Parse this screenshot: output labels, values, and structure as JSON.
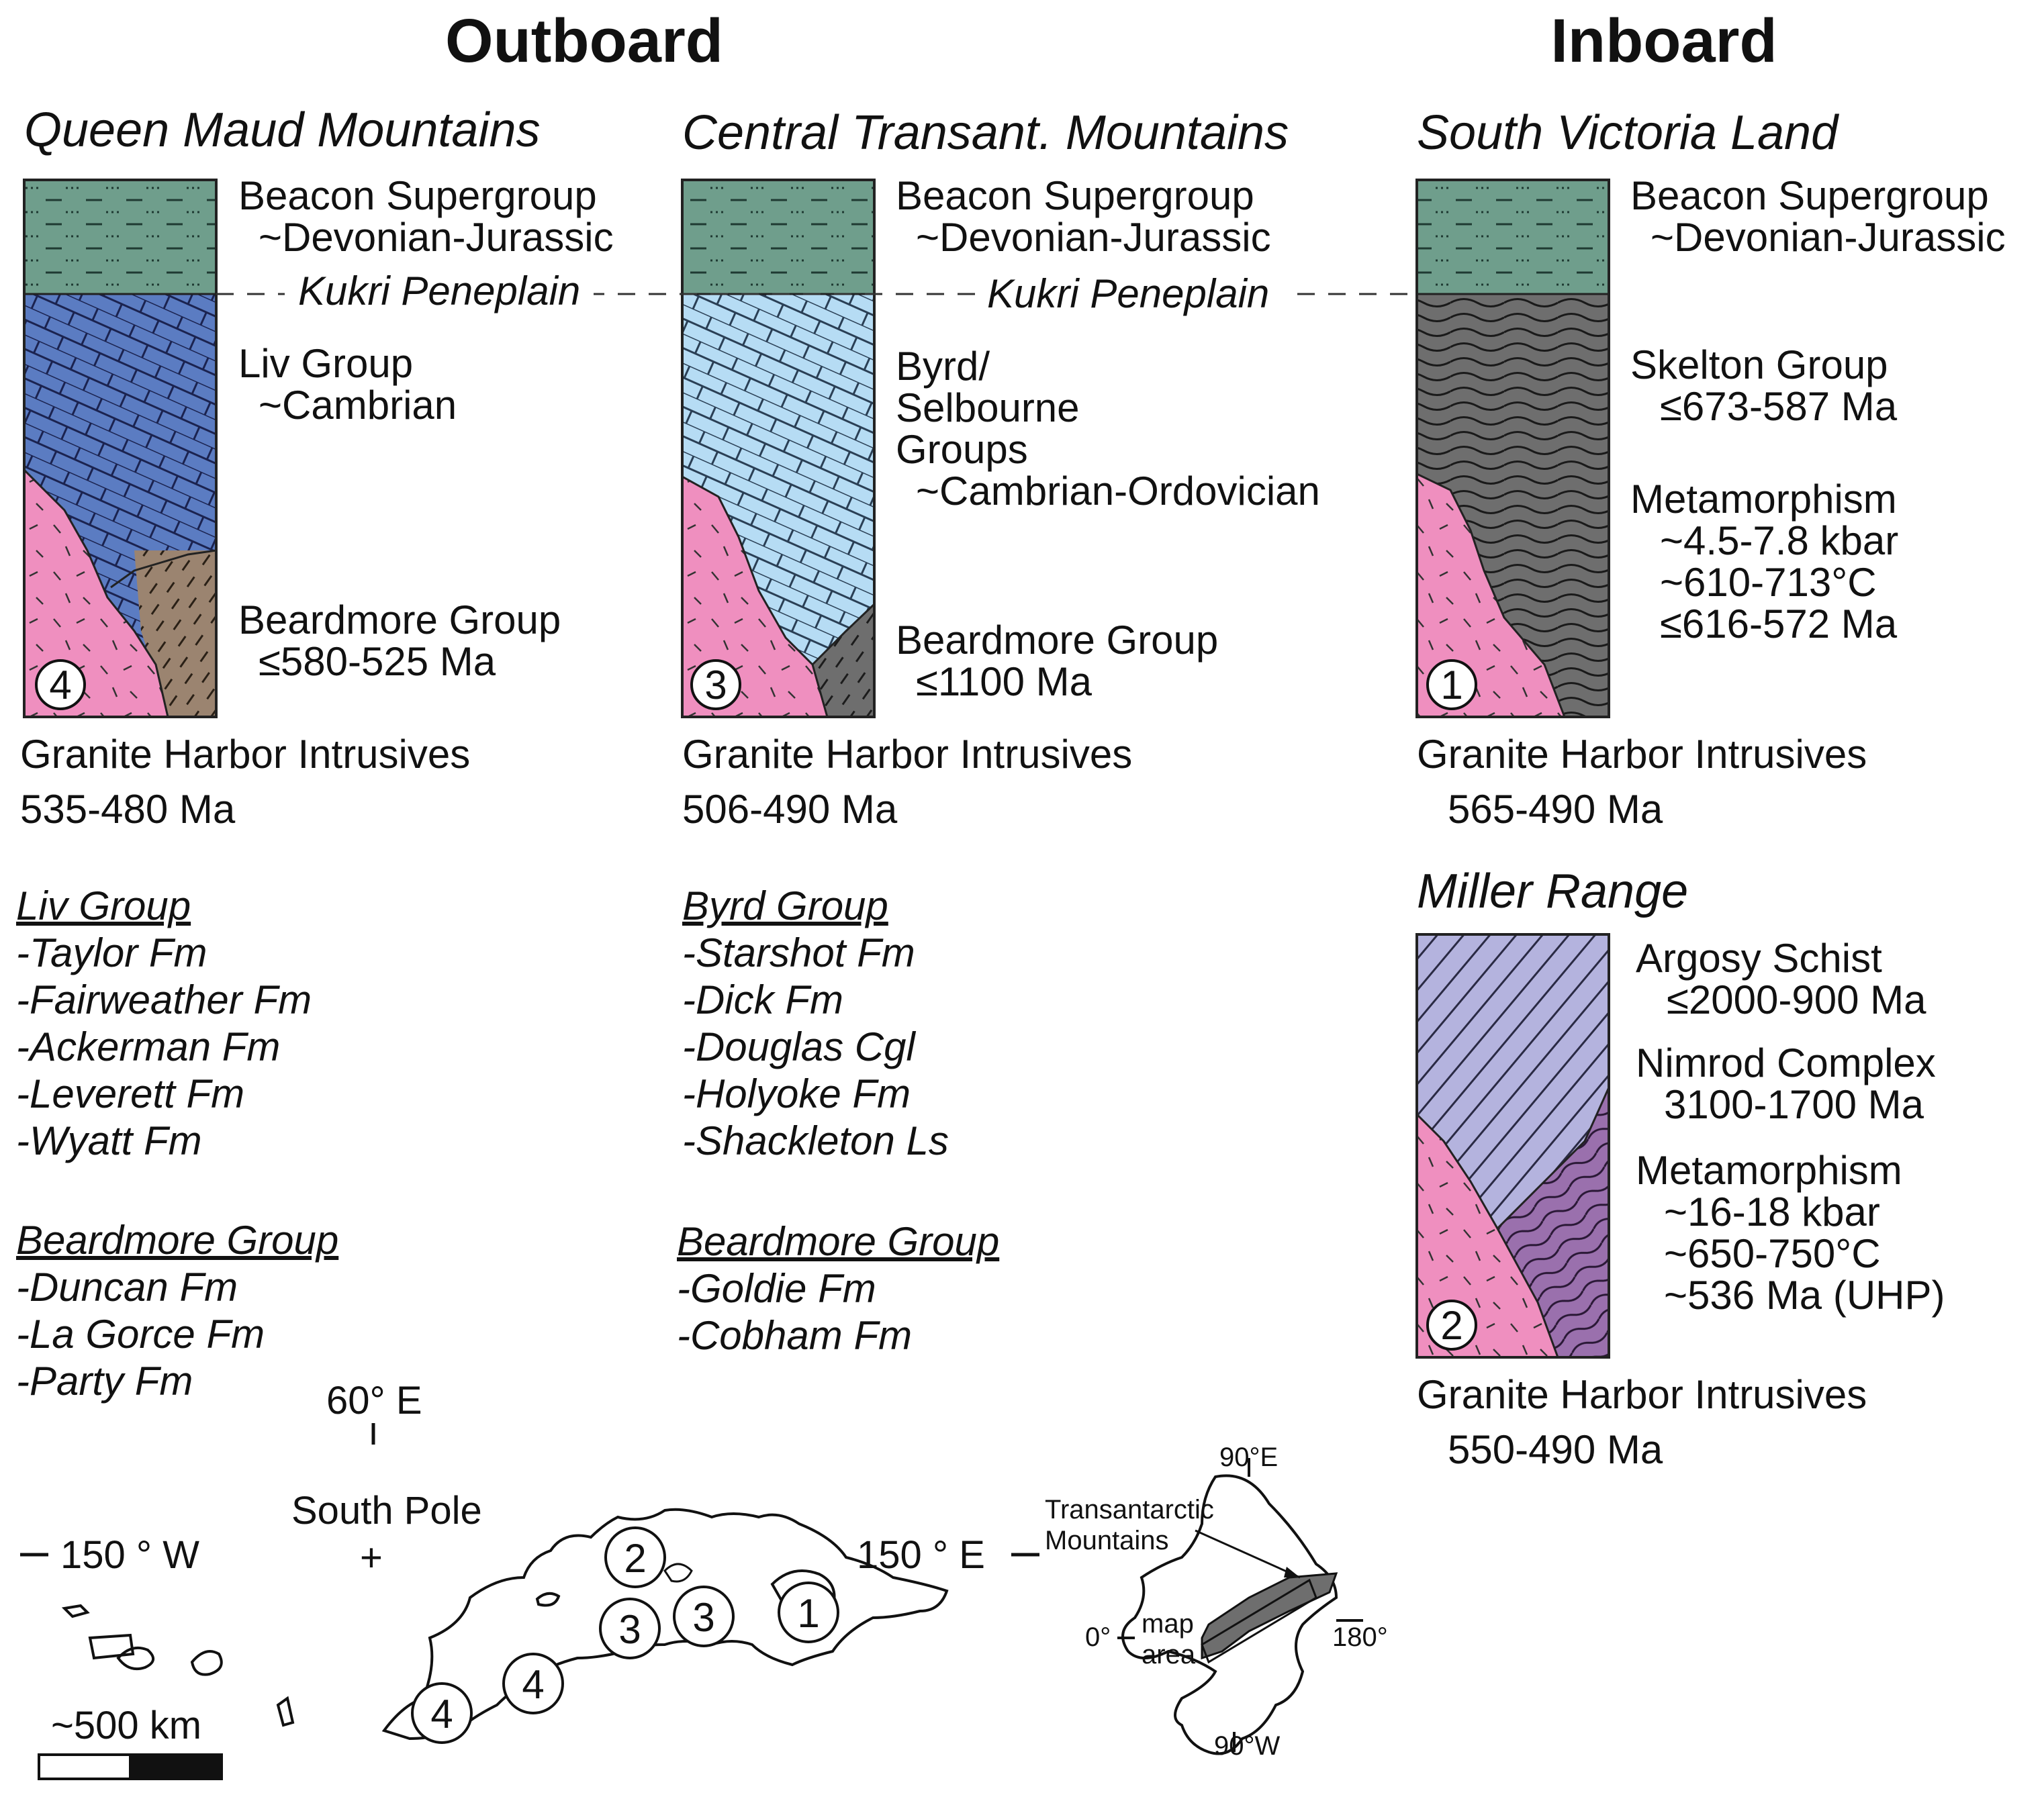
{
  "headers": {
    "outboard": "Outboard",
    "inboard": "Inboard"
  },
  "kukri": "Kukri Peneplain",
  "columns": [
    {
      "region": "Queen Maud Mountains",
      "number": "4",
      "units": [
        "Beacon Supergroup",
        "~Devonian-Jurassic",
        "Liv Group",
        "~Cambrian",
        "Beardmore Group",
        "≤580-525 Ma"
      ],
      "intrusive": [
        "Granite Harbor Intrusives",
        "535-480 Ma"
      ],
      "lists": [
        {
          "title": "Liv Group",
          "items": [
            "-Taylor Fm",
            "-Fairweather Fm",
            "-Ackerman Fm",
            "-Leverett Fm",
            "-Wyatt Fm"
          ]
        },
        {
          "title": "Beardmore Group",
          "items": [
            "-Duncan Fm",
            "-La Gorce Fm",
            "-Party Fm"
          ]
        }
      ]
    },
    {
      "region": "Central Transant. Mountains",
      "number": "3",
      "units": [
        "Beacon Supergroup",
        "~Devonian-Jurassic",
        "Byrd/",
        "Selbourne",
        "Groups",
        "~Cambrian-Ordovician",
        "Beardmore Group",
        "≤1100 Ma"
      ],
      "intrusive": [
        "Granite Harbor Intrusives",
        "506-490 Ma"
      ],
      "lists": [
        {
          "title": "Byrd Group",
          "items": [
            "-Starshot Fm",
            "-Dick Fm",
            "-Douglas Cgl",
            "-Holyoke Fm",
            "-Shackleton Ls"
          ]
        },
        {
          "title": "Beardmore Group",
          "items": [
            "-Goldie Fm",
            "-Cobham Fm"
          ]
        }
      ]
    },
    {
      "region": "South Victoria Land",
      "number": "1",
      "units": [
        "Beacon Supergroup",
        "~Devonian-Jurassic",
        "Skelton Group",
        "≤673-587 Ma",
        "Metamorphism",
        "~4.5-7.8 kbar",
        "~610-713°C",
        "≤616-572 Ma"
      ],
      "intrusive": [
        "Granite Harbor Intrusives",
        "565-490 Ma"
      ]
    },
    {
      "region": "Miller Range",
      "number": "2",
      "units": [
        "Argosy Schist",
        "≤2000-900 Ma",
        "Nimrod Complex",
        "3100-1700 Ma",
        "Metamorphism",
        "~16-18 kbar",
        "~650-750°C",
        "~536 Ma (UHP)"
      ],
      "intrusive": [
        "Granite Harbor Intrusives",
        "550-490 Ma"
      ]
    }
  ],
  "map": {
    "north": "60° E",
    "west": "150 ° W",
    "east": "150 ° E",
    "pole": "South Pole",
    "scale": "~500 km",
    "sites": [
      "2",
      "3",
      "3",
      "1",
      "4",
      "4"
    ]
  },
  "inset": {
    "top": "90°E",
    "left": "0°",
    "right": "180°",
    "bottom": "90°W",
    "label1": "Transantarctic",
    "label2": "Mountains",
    "area1": "map",
    "area2": "area"
  },
  "colors": {
    "beacon": "#6f9e8c",
    "liv": "#5b7cc2",
    "byrd": "#b6dcf4",
    "granite": "#ef8fbf",
    "beardmore_qmm": "#9b8470",
    "beardmore_ctm": "#6e6e6e",
    "skelton": "#6e6e6e",
    "argosy": "#b4b3de",
    "nimrod": "#9a70ad"
  }
}
